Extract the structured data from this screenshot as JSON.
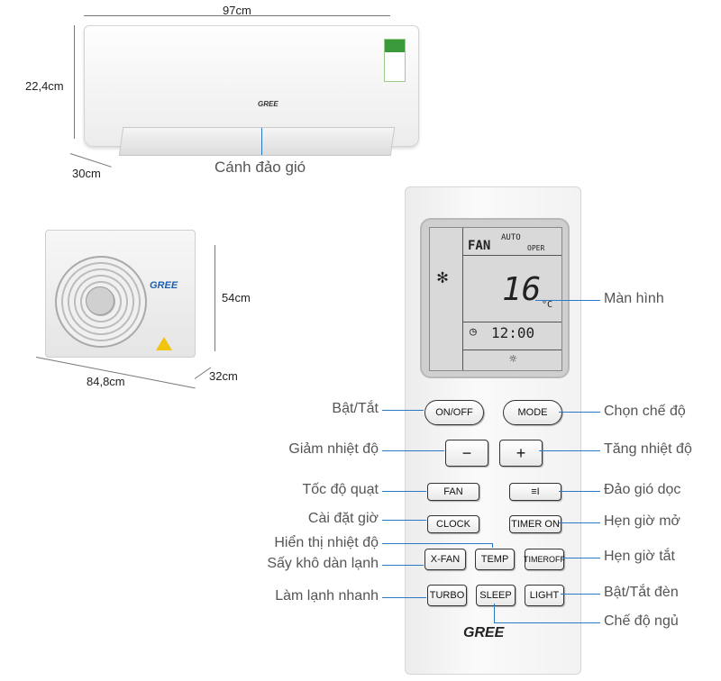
{
  "dimensions": {
    "indoor_width": "97cm",
    "indoor_height": "22,4cm",
    "indoor_depth": "30cm",
    "outdoor_height": "54cm",
    "outdoor_width": "84,8cm",
    "outdoor_depth": "32cm"
  },
  "brand": "GREE",
  "indoor_label": "Cánh đảo gió",
  "lcd": {
    "fan": "FAN",
    "auto": "AUTO",
    "oper": "OPER",
    "temp": "16",
    "unit": "°C",
    "time": "12:00"
  },
  "buttons": {
    "onoff": "ON/OFF",
    "mode": "MODE",
    "minus": "−",
    "plus": "+",
    "fan": "FAN",
    "swing": "≡I",
    "clock": "CLOCK",
    "timer_on": "TIMER ON",
    "xfan": "X-FAN",
    "temp": "TEMP",
    "timer_off": "TIMEROFF",
    "turbo": "TURBO",
    "sleep": "SLEEP",
    "light": "LIGHT"
  },
  "labels": {
    "screen": "Màn hình",
    "onoff": "Bật/Tắt",
    "mode": "Chọn chế độ",
    "temp_down": "Giảm nhiệt độ",
    "temp_up": "Tăng nhiệt độ",
    "fan_speed": "Tốc độ quạt",
    "swing": "Đảo gió dọc",
    "clock": "Cài đặt giờ",
    "timer_on": "Hẹn giờ mở",
    "show_temp": "Hiển thị nhiệt độ",
    "timer_off": "Hẹn giờ tắt",
    "xfan": "Sấy khô dàn lạnh",
    "turbo": "Làm lạnh nhanh",
    "light": "Bật/Tắt đèn",
    "sleep": "Chế độ ngủ"
  }
}
